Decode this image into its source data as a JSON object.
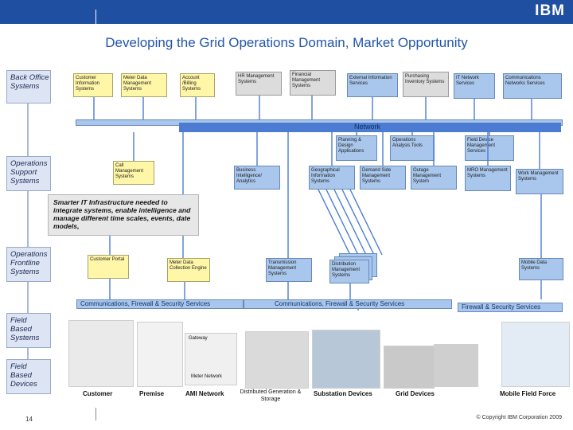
{
  "header": {
    "logo": "IBM"
  },
  "title": "Developing the Grid Operations Domain,  Market Opportunity",
  "layers": {
    "back_office": "Back Office Systems",
    "ops_support": "Operations Support Systems",
    "ops_frontline": "Operations Frontline Systems",
    "field_based": "Field Based Systems",
    "field_devices": "Field Based Devices"
  },
  "back_office_boxes": [
    "Customer Information Systems",
    "Meter Data Management Systems",
    "Account /Billing Systems",
    "HR Management Systems",
    "Financial Management Systems",
    "External Information Services",
    "Purchasing Inventory Systems",
    "IT Network Services",
    "Communications Networks Services"
  ],
  "network_label": "Network",
  "oss_boxes": [
    "Call Management Systems",
    "Business Intelligence/ Analytics",
    "Geographical Information Systems",
    "Demand Side Management Systems",
    "Outage Management System",
    "MRO Management Systems",
    "Work Management Systems",
    "Planning & Design Applications",
    "Operations Analysis Tools",
    "Field Device Management Services"
  ],
  "callout": "Smarter IT Infrastructure needed to integrate systems, enable intelligence and manage different time scales, events, date models,",
  "frontline_boxes": [
    "Customer Portal",
    "Meter Data Collection Engine",
    "Transmission Management Systems",
    "Distribution Management Systems",
    "Mobile Data Systems"
  ],
  "comm": {
    "left": "Communications, Firewall & Security Services",
    "mid": "Communications, Firewall & Security Services",
    "right": "Firewall & Security Services"
  },
  "device_labels": {
    "gateway": "Gateway",
    "meter_network": "Meter Network",
    "customer": "Customer",
    "premise": "Premise",
    "ami": "AMI Network",
    "distributed": "Distributed Generation & Storage",
    "substation": "Substation Devices",
    "grid": "Grid Devices",
    "mobile": "Mobile Field Force"
  },
  "footer": {
    "page": "14",
    "copyright": "© Copyright IBM Corporation 2009"
  }
}
